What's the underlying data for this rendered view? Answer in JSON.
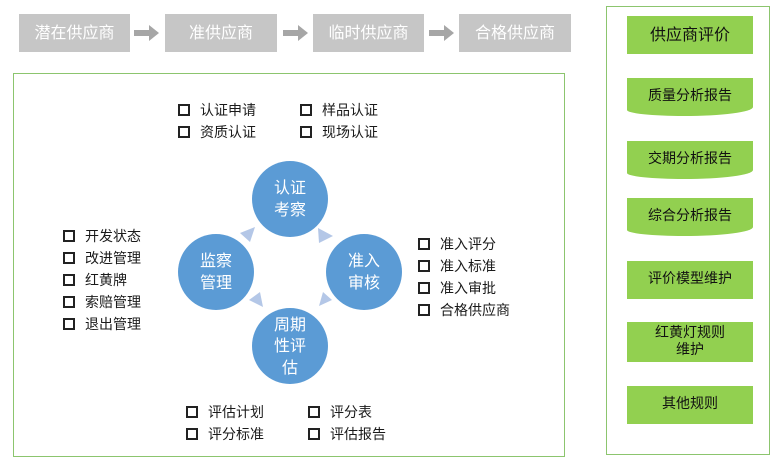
{
  "flow": {
    "stages": [
      "潜在供应商",
      "准供应商",
      "临时供应商",
      "合格供应商"
    ]
  },
  "cycle": {
    "certification": "认证\n考察",
    "admission": "准入\n审核",
    "periodic": "周期\n性评\n估",
    "supervision": "监察\n管理"
  },
  "checklists": {
    "certification": [
      "认证申请",
      "样品认证",
      "资质认证",
      "现场认证"
    ],
    "admission": [
      "准入评分",
      "准入标准",
      "准入审批",
      "合格供应商"
    ],
    "periodic": [
      "评估计划",
      "评分表",
      "评分标准",
      "评估报告"
    ],
    "supervision": [
      "开发状态",
      "改进管理",
      "红黄牌",
      "索赔管理",
      "退出管理"
    ]
  },
  "sidebar": {
    "items": [
      "供应商评价",
      "质量分析报告",
      "交期分析报告",
      "综合分析报告",
      "评价模型维护",
      "红黄灯规则\n维护",
      "其他规则"
    ]
  },
  "colors": {
    "stage_bg": "#c6c6c6",
    "arrow": "#a6a6a6",
    "circle": "#5b9bd5",
    "cycle_arrow": "#b4c7e7",
    "side_button": "#92d050",
    "panel_border": "#8cc56e"
  }
}
